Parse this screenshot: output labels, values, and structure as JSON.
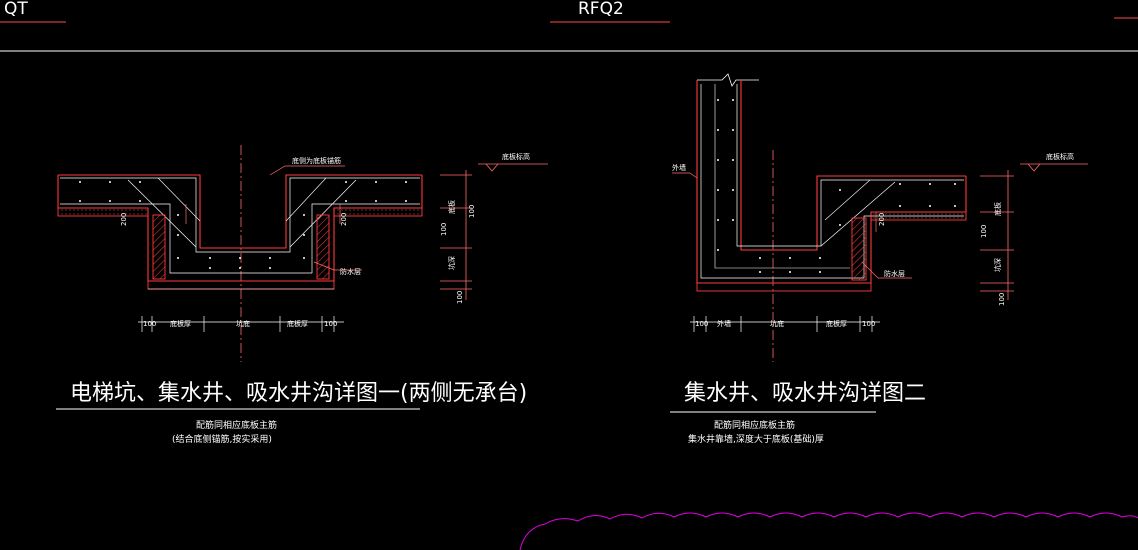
{
  "sheet": {
    "label_left": "QT",
    "label_center": "RFQ2",
    "colors": {
      "background": "#000000",
      "structure": "#ff3b3b",
      "text": "#ffffff",
      "rebar": "#ffffff",
      "revision_cloud": "#e000e0",
      "border": "#ffffff"
    }
  },
  "detail1": {
    "title": "电梯坑、集水井、吸水井沟详图一(两侧无承台)",
    "note_line1": "配筋同相应底板主筋",
    "note_line2": "(结合底侧锚筋,按实采用)",
    "label_top": "底侧为底板锚筋",
    "label_level": "底板标高",
    "label_waterproof": "防水层",
    "label_slab_thk": "底板",
    "label_pit_depth": "坑深",
    "dim_200_left": "200",
    "dim_200_right": "200",
    "dim_100_a": "100",
    "dim_100_b": "100",
    "dim_100_c": "100",
    "bottom_dims": [
      "100",
      "底板厚",
      "坑底",
      "底板厚",
      "100"
    ]
  },
  "detail2": {
    "title": "集水井、吸水井沟详图二",
    "note_line1": "配筋同相应底板主筋",
    "note_line2": "集水井靠墙,深度大于底板(基础)厚",
    "label_wall": "外墙",
    "label_level": "底板标高",
    "label_waterproof": "防水层",
    "label_slab_thk": "底板",
    "label_pit_depth": "坑深",
    "dim_200": "200",
    "dim_100_a": "100",
    "dim_100_b": "100",
    "bottom_dims": [
      "100",
      "外墙",
      "坑底",
      "底板厚",
      "100"
    ]
  }
}
